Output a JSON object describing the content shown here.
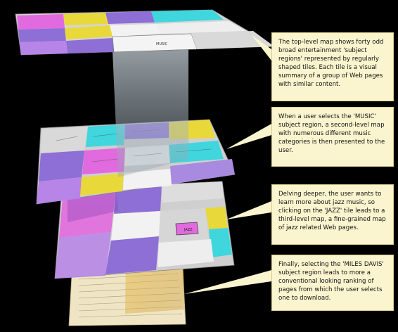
{
  "callouts": [
    {
      "text": "The top-level map shows forty odd broad entertainment 'subject regions' represented by regularly shaped tiles. Each tile is a visual summary of a group of Web pages with similar content."
    },
    {
      "text": "When a user selects the 'MUSIC' subject region, a second-level map with numerous different music categories is then presented to the user."
    },
    {
      "text": "Delving deeper, the user wants to learn more about jazz music, so clicking on the 'JAZZ' tile leads to a third-level map, a fine-grained map of jazz related Web pages."
    },
    {
      "text": "Finally, selecting the 'MILES DAVIS' subject region leads to more a conventional looking ranking of pages from which the user selects one to download."
    }
  ],
  "tile_labels": {
    "music": "MUSIC",
    "jazz": "JAZZ"
  },
  "colors": {
    "background": "#000000",
    "callout_fill": "#fbf5cf",
    "yellow": "#e8d83a",
    "purple": "#8d6fd6",
    "magenta": "#e26adf",
    "cyan": "#3fd6dd",
    "light_gray": "#d9d9d9"
  }
}
